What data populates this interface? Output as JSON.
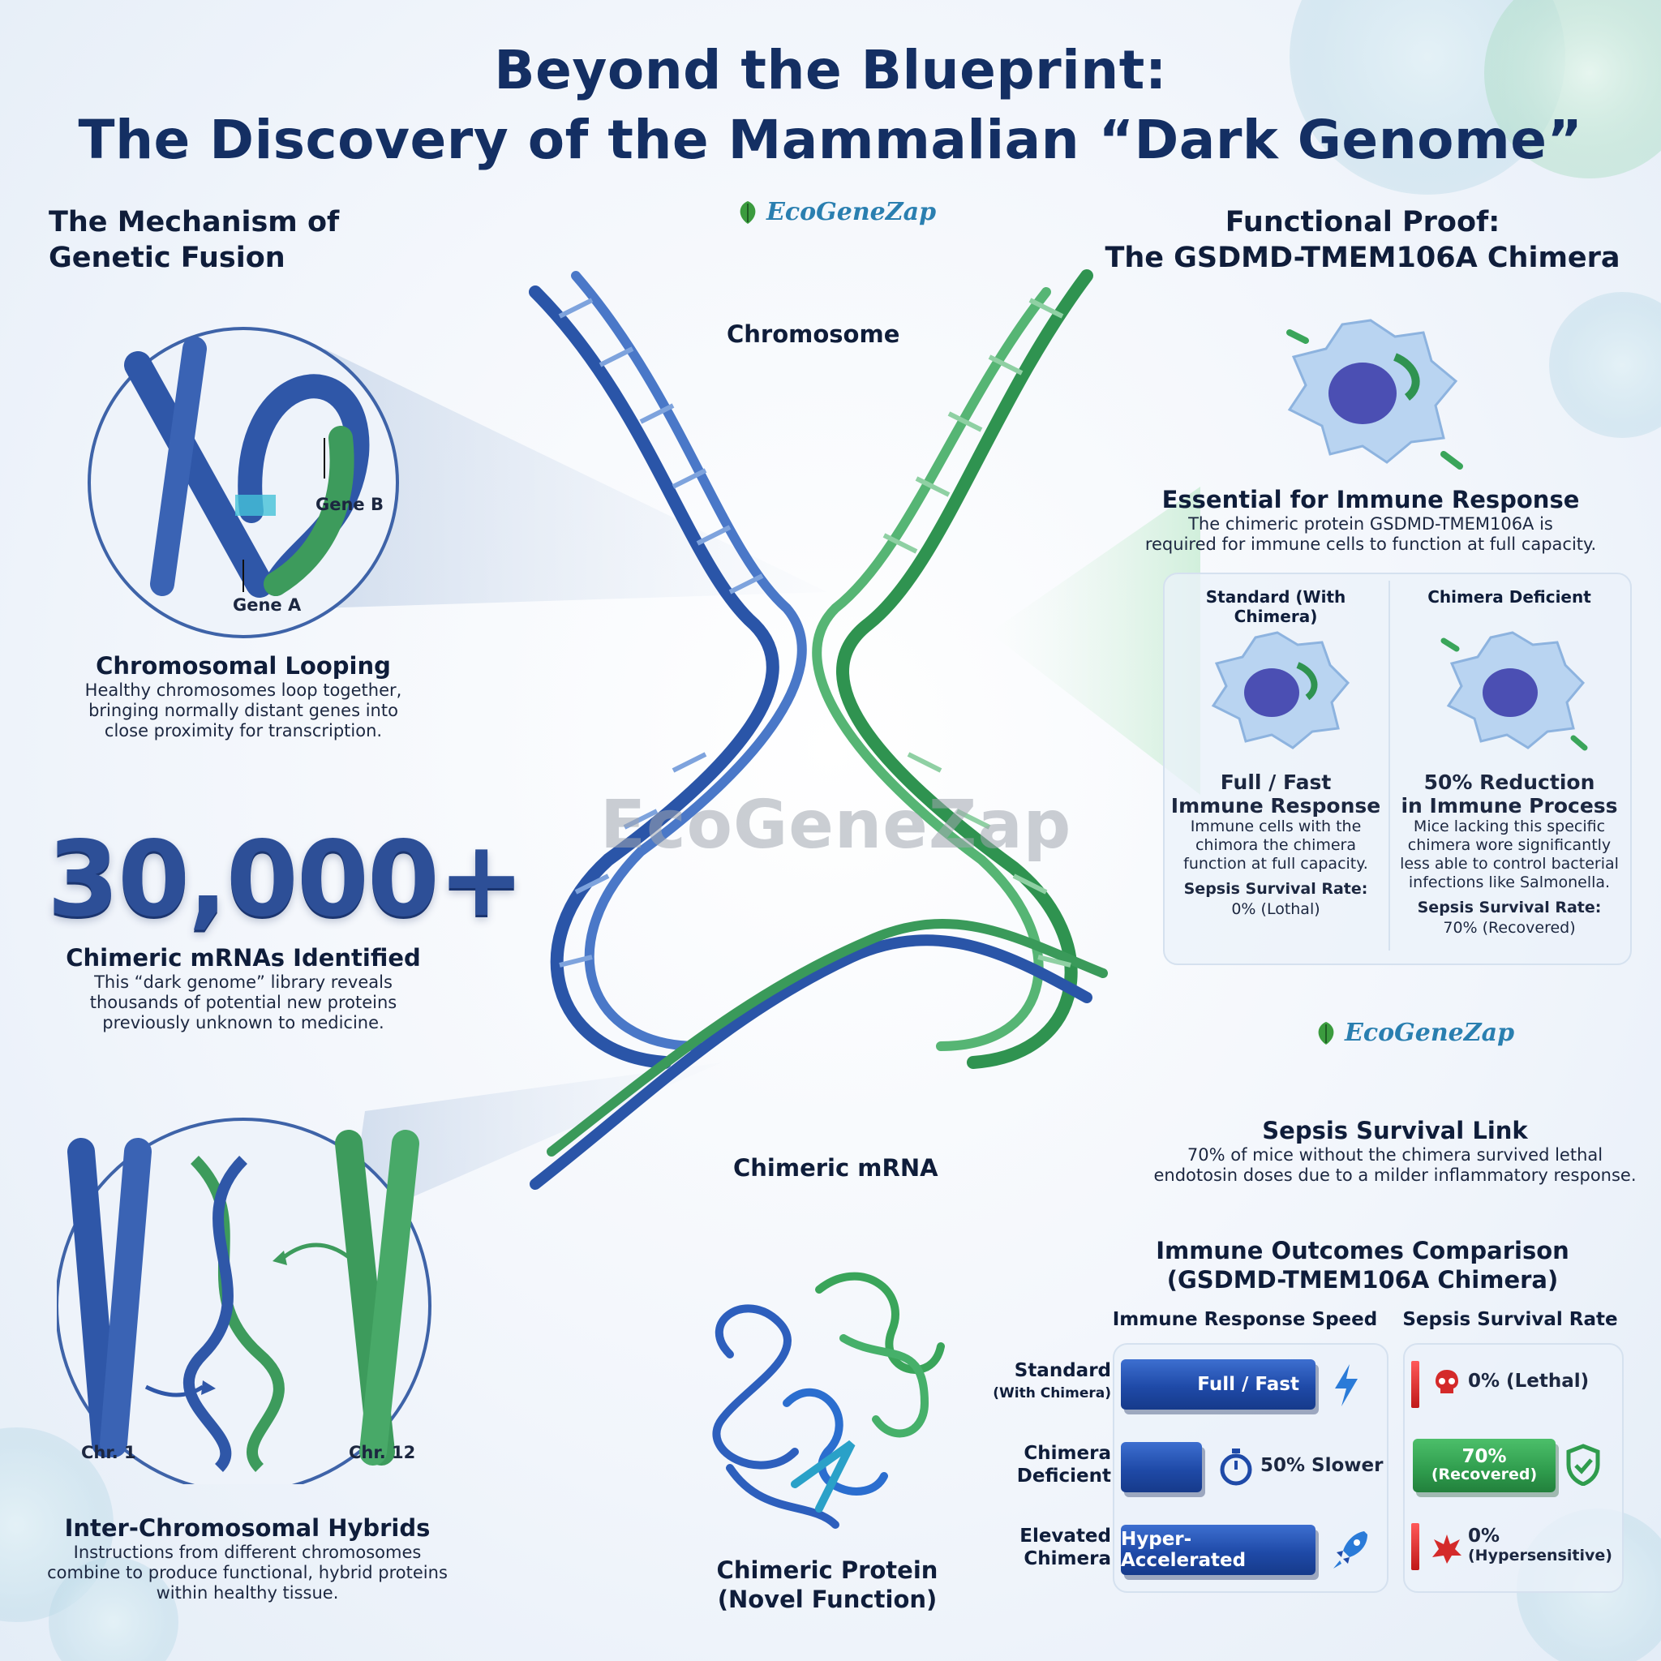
{
  "title": {
    "line1": "Beyond the Blueprint:",
    "line2": "The Discovery of the Mammalian “Dark Genome”"
  },
  "brand": {
    "name": "EcoGeneZap",
    "watermark": "EcoGeneZap"
  },
  "mechanism": {
    "heading_line1": "The Mechanism of",
    "heading_line2": "Genetic Fusion",
    "gene_b": "Gene B",
    "gene_a": "Gene A",
    "looping_title": "Chromosomal Looping",
    "looping_text_1": "Healthy chromosomes loop together,",
    "looping_text_2": "bringing normally distant genes into",
    "looping_text_3": "close proximity for transcription."
  },
  "stat": {
    "number": "30,000+",
    "label": "Chimeric mRNAs Identified",
    "text_1": "This “dark genome” library reveals",
    "text_2": "thousands of potential new proteins",
    "text_3": "previously unknown to medicine."
  },
  "hybrids": {
    "chr1": "Chr. 1",
    "chr12": "Chr. 12",
    "title": "Inter-Chromosomal Hybrids",
    "text_1": "Instructions from different chromosomes",
    "text_2": "combine to produce functional, hybrid proteins",
    "text_3": "within healthy tissue."
  },
  "center": {
    "chromosome": "Chromosome",
    "chimeric_mrna": "Chimeric mRNA",
    "protein_line1": "Chimeric Protein",
    "protein_line2": "(Novel Function)"
  },
  "proof": {
    "heading_line1": "Functional Proof:",
    "heading_line2": "The GSDMD-TMEM106A Chimera",
    "essential_title": "Essential for Immune Response",
    "essential_text_1": "The chimeric protein GSDMD-TMEM106A is",
    "essential_text_2": "required for immune cells to function at full capacity.",
    "standard": {
      "header": "Standard (With Chimera)",
      "title_1": "Full / Fast",
      "title_2": "Immune Response",
      "text_1": "Immune cells with the",
      "text_2": "chimora the chimera",
      "text_3": "function at full capacity.",
      "rate_label": "Sepsis Survival Rate:",
      "rate_value": "0% (Lothal)"
    },
    "deficient": {
      "header": "Chimera Deficient",
      "title_1": "50% Reduction",
      "title_2": "in Immune Process",
      "text_1": "Mice lacking this specific",
      "text_2": "chimera wore significantly",
      "text_3": "less able to control bacterial",
      "text_4": "infections like Salmonella.",
      "rate_label": "Sepsis Survival Rate:",
      "rate_value": "70% (Recovered)"
    }
  },
  "sepsis": {
    "title": "Sepsis Survival Link",
    "text_1": "70% of mice without the chimera survived lethal",
    "text_2": "endotosin doses due to a milder inflammatory response."
  },
  "comparison": {
    "title_1": "Immune Outcomes Comparison",
    "title_2": "(GSDMD-TMEM106A Chimera)",
    "col_speed": "Immune Response Speed",
    "col_survival": "Sepsis Survival Rate",
    "rows": [
      {
        "label_1": "Standard",
        "label_2": "(With Chimera)",
        "speed": "Full / Fast",
        "survival": "0% (Lethal)"
      },
      {
        "label_1": "Chimera",
        "label_2": "Deficient",
        "speed": "50% Slower",
        "survival_1": "70%",
        "survival_2": "(Recovered)"
      },
      {
        "label_1": "Elevated",
        "label_2": "Chimera",
        "speed": "Hyper-Accelerated",
        "survival_1": "0%",
        "survival_2": "(Hypersensitive)"
      }
    ]
  },
  "colors": {
    "navy": "#142f63",
    "blue": "#2b5fc2",
    "green": "#3aa55a",
    "red": "#d42a2a"
  },
  "icons": [
    "leaf-logo-icon",
    "lightning-icon",
    "stopwatch-icon",
    "rocket-icon",
    "skull-icon",
    "shield-check-icon",
    "burst-icon"
  ]
}
